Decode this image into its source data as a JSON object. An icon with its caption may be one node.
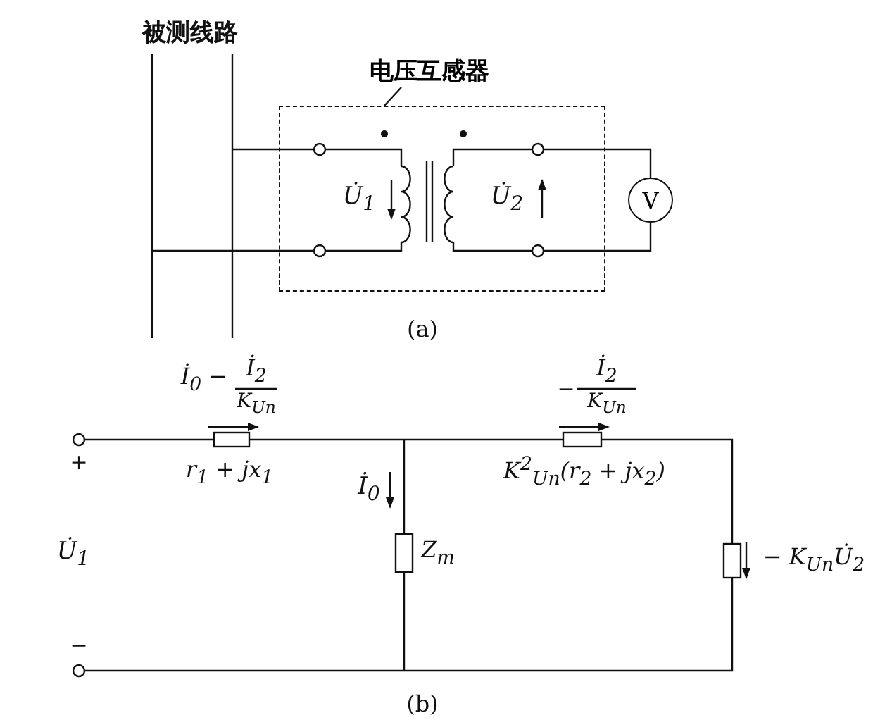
{
  "diagram": {
    "nodes": [
      {
        "text": [
          "电压互感器"
        ]
      },
      {
        "text": [],
        "shape": "box"
      },
      {
        "text": [
          "V"
        ]
      }
    ],
    "edges": [
      {
        "from": 0,
        "to": 1,
        "arrow": "none"
      }
    ],
    "labels": [
      "被测线路",
      "U̇$_{1}$",
      "U̇$_{2}$",
      "(a)",
      "İ$_{0}$ −",
      "İ$_{2}$",
      "K$_{Un}$",
      "+",
      "r$_{1}$ + jx$_{1}$",
      "−",
      "İ$_{2}$",
      "K$_{Un}$",
      "K$^{2}$$_{Un}$(r$_{2}$ + jx$_{2}$)",
      "İ$_{0}$",
      "U̇$_{1}$",
      "Z$_{m}$",
      "− K$_{Un}$U̇$_{2}$",
      "−",
      "(b)"
    ]
  }
}
